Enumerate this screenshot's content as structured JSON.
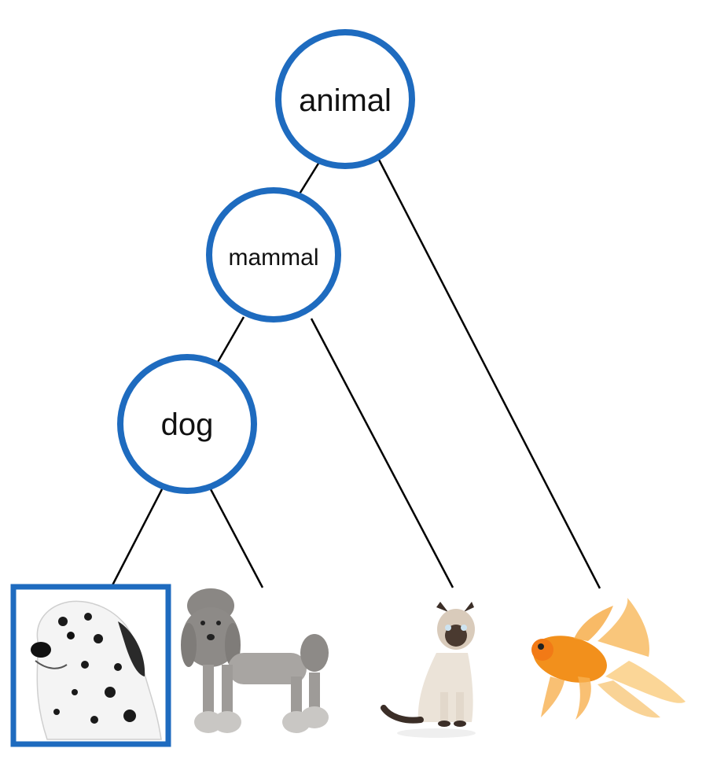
{
  "diagram": {
    "nodes": [
      {
        "id": "animal",
        "label": "animal"
      },
      {
        "id": "mammal",
        "label": "mammal"
      },
      {
        "id": "dog",
        "label": "dog"
      }
    ],
    "leaves": [
      {
        "id": "dalmatian",
        "icon": "dalmatian-dog-image",
        "selected": true
      },
      {
        "id": "poodle",
        "icon": "poodle-dog-image",
        "selected": false
      },
      {
        "id": "cat",
        "icon": "siamese-cat-image",
        "selected": false
      },
      {
        "id": "goldfish",
        "icon": "goldfish-image",
        "selected": false
      }
    ],
    "edges": [
      [
        "animal",
        "mammal"
      ],
      [
        "animal",
        "goldfish"
      ],
      [
        "mammal",
        "dog"
      ],
      [
        "mammal",
        "cat"
      ],
      [
        "dog",
        "dalmatian"
      ],
      [
        "dog",
        "poodle"
      ]
    ],
    "colors": {
      "node_border": "#1e6bbf",
      "edge": "#000000",
      "selection": "#1e6bbf"
    }
  }
}
